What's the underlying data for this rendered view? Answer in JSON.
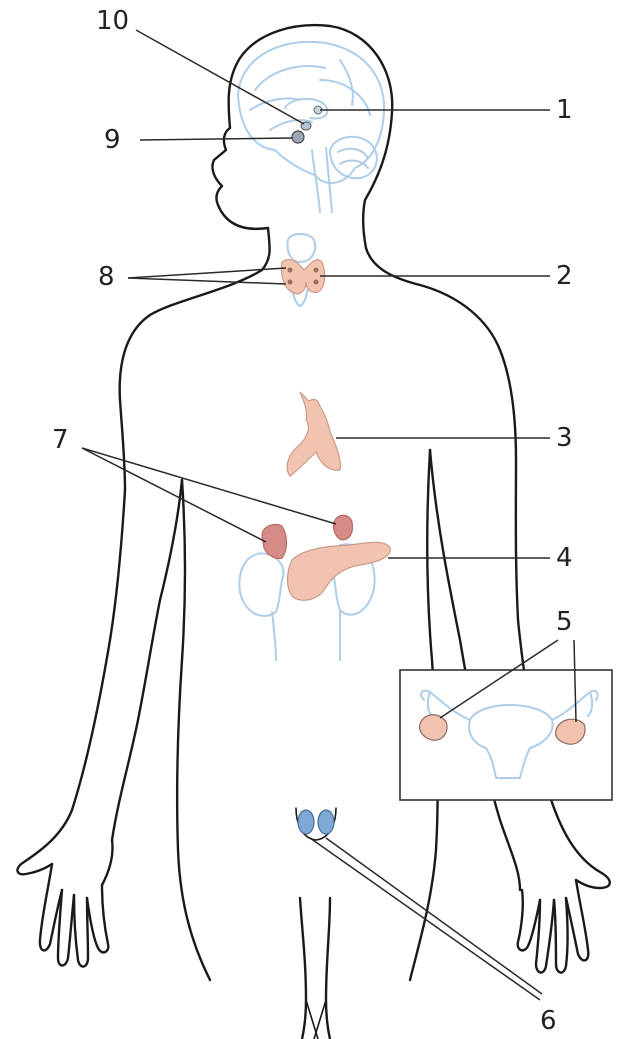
{
  "labels": {
    "l1": "1",
    "l2": "2",
    "l3": "3",
    "l4": "4",
    "l5": "5",
    "l6": "6",
    "l7": "7",
    "l8": "8",
    "l9": "9",
    "l10": "10"
  },
  "colors": {
    "body_outline": "#1a1a1a",
    "organ_outline": "#aecde8",
    "gland_peach": "#f2c4b0",
    "gland_dark": "#d68c86",
    "testes_blue": "#7ea9d6"
  }
}
